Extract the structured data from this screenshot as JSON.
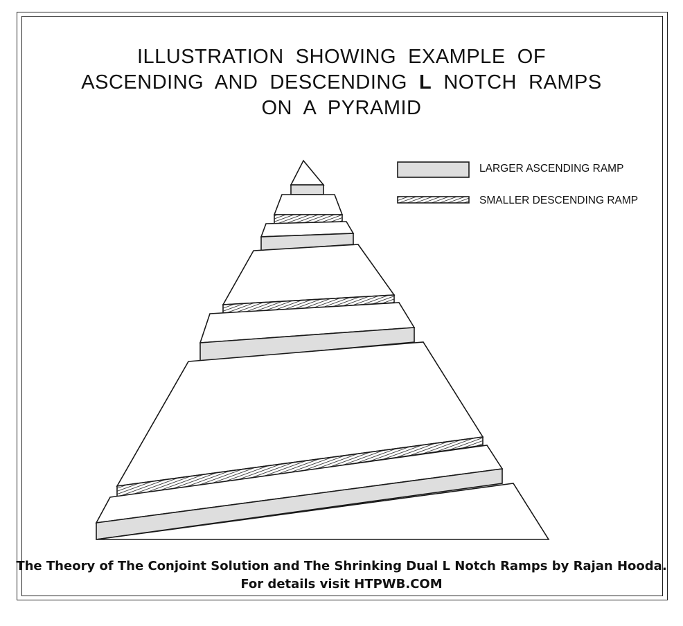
{
  "title": {
    "line1": "ILLUSTRATION  SHOWING  EXAMPLE  OF",
    "line2_pre": "ASCENDING  AND  DESCENDING  ",
    "line2_bold": "L",
    "line2_post": "  NOTCH  RAMPS",
    "line3": "ON  A  PYRAMID"
  },
  "legend": {
    "larger": "LARGER ASCENDING RAMP",
    "smaller": "SMALLER DESCENDING RAMP"
  },
  "caption": {
    "line1": "The Theory of The Conjoint Solution and The Shrinking Dual L Notch Ramps by Rajan Hooda.",
    "line2": "For details visit HTPWB.COM"
  },
  "colors": {
    "ramp_fill": "#dedede",
    "stroke": "#1a1a1a",
    "background": "#ffffff"
  }
}
